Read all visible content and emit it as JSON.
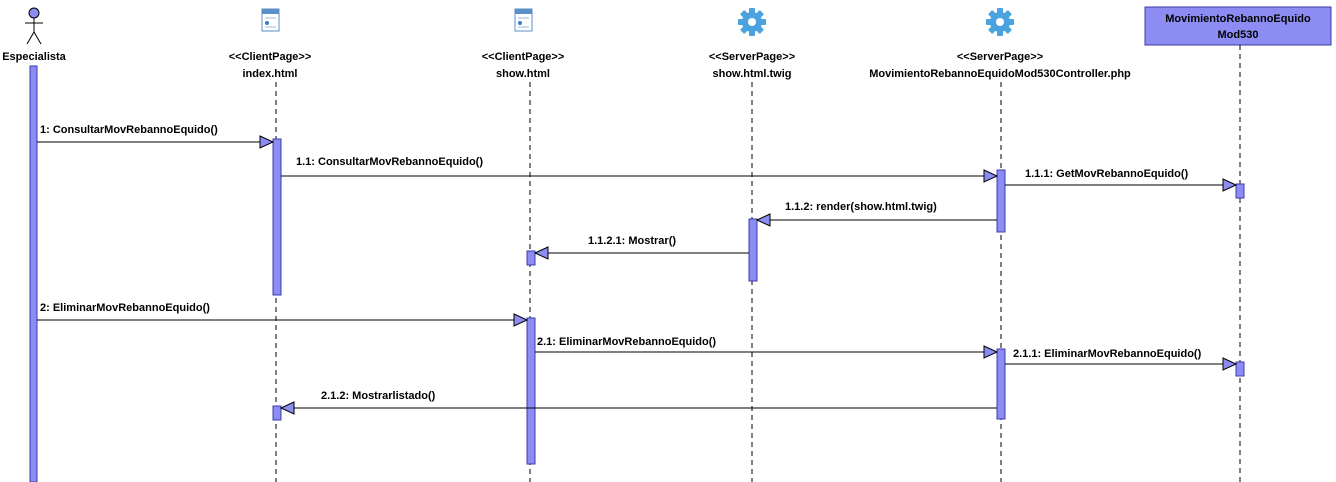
{
  "lifelines": [
    {
      "id": "actor",
      "kind": "actor",
      "stereotype": "",
      "name": "Especialista",
      "icon": "stick-figure-actor-icon"
    },
    {
      "id": "index",
      "kind": "clientpage",
      "stereotype": "<<ClientPage>>",
      "name": "index.html",
      "icon": "client-page-icon"
    },
    {
      "id": "show",
      "kind": "clientpage",
      "stereotype": "<<ClientPage>>",
      "name": "show.html",
      "icon": "client-page-icon"
    },
    {
      "id": "twig",
      "kind": "serverpage",
      "stereotype": "<<ServerPage>>",
      "name": "show.html.twig",
      "icon": "server-gear-icon"
    },
    {
      "id": "ctrl",
      "kind": "serverpage",
      "stereotype": "<<ServerPage>>",
      "name": "MovimientoRebannoEquidoMod530Controller.php",
      "icon": "server-gear-icon"
    },
    {
      "id": "entity",
      "kind": "class",
      "stereotype": "",
      "name": "MovimientoRebannoEquido\nMod530",
      "icon": ""
    }
  ],
  "messages": [
    {
      "label": "1: ConsultarMovRebannoEquido()",
      "from": "actor",
      "to": "index"
    },
    {
      "label": "1.1: ConsultarMovRebannoEquido()",
      "from": "index",
      "to": "ctrl"
    },
    {
      "label": "1.1.1: GetMovRebannoEquido()",
      "from": "ctrl",
      "to": "entity"
    },
    {
      "label": "1.1.2: render(show.html.twig)",
      "from": "ctrl",
      "to": "twig"
    },
    {
      "label": "1.1.2.1: Mostrar()",
      "from": "twig",
      "to": "show"
    },
    {
      "label": "2: EliminarMovRebannoEquido()",
      "from": "actor",
      "to": "show"
    },
    {
      "label": "2.1: EliminarMovRebannoEquido()",
      "from": "show",
      "to": "ctrl"
    },
    {
      "label": "2.1.1: EliminarMovRebannoEquido()",
      "from": "ctrl",
      "to": "entity"
    },
    {
      "label": "2.1.2: Mostrarlistado()",
      "from": "ctrl",
      "to": "index"
    }
  ],
  "colors": {
    "activation_fill": "#8c8cf2",
    "activation_stroke": "#3d3dad",
    "class_box_fill": "#8c8cf2",
    "gear_icon": "#4aa3df",
    "page_icon": "#5b8fc7"
  }
}
